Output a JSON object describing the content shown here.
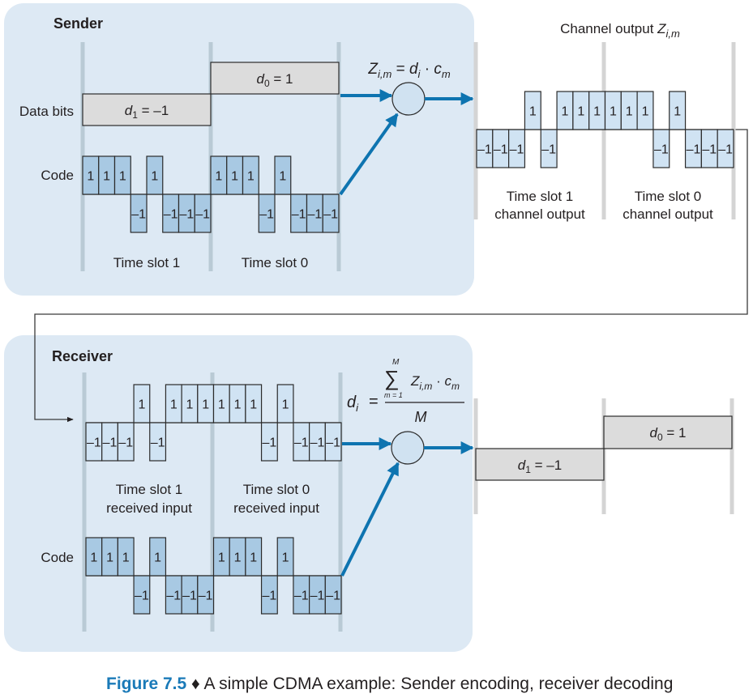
{
  "colors": {
    "panel_bg": "#dde9f4",
    "panel_bar": "#b9cad5",
    "outside_bar": "#d4d4d4",
    "code_cell": "#a8c9e3",
    "signal_cell": "#d0e3f3",
    "data_box": "#dcdcdc",
    "arrow": "#0e74b0",
    "caption_accent": "#1a7ab8",
    "outline": "#2b2b2b",
    "combiner_fill": "#d0e2f1"
  },
  "chip_labels": {
    "1": "1",
    "-1": "–1"
  },
  "sender": {
    "title": "Sender",
    "data_bits_label": "Data bits",
    "code_label": "Code",
    "data_bits": [
      {
        "var": "d",
        "sub": "1",
        "eq": " = ",
        "value": -1,
        "value_label": "–1"
      },
      {
        "var": "d",
        "sub": "0",
        "eq": " = ",
        "value": 1,
        "value_label": "1"
      }
    ],
    "code": [
      [
        1,
        1,
        1,
        -1,
        1,
        -1,
        -1,
        -1
      ],
      [
        1,
        1,
        1,
        -1,
        1,
        -1,
        -1,
        -1
      ]
    ],
    "slot_labels": [
      "Time slot 1",
      "Time slot 0"
    ],
    "formula": {
      "lhs": "Z",
      "lhs_sub": "i,m",
      "eq": " = ",
      "d": "d",
      "d_sub": "i",
      "dot": " · ",
      "c": "c",
      "c_sub": "m"
    }
  },
  "channel": {
    "title": "Channel output ",
    "title_var": "Z",
    "title_sub": "i,m",
    "output": [
      [
        -1,
        -1,
        -1,
        1,
        -1,
        1,
        1,
        1
      ],
      [
        1,
        1,
        1,
        -1,
        1,
        -1,
        -1,
        -1
      ]
    ],
    "slot_labels": [
      [
        "Time slot 1",
        "channel output"
      ],
      [
        "Time slot 0",
        "channel output"
      ]
    ]
  },
  "receiver": {
    "title": "Receiver",
    "code_label": "Code",
    "input": [
      [
        -1,
        -1,
        -1,
        1,
        -1,
        1,
        1,
        1
      ],
      [
        1,
        1,
        1,
        -1,
        1,
        -1,
        -1,
        -1
      ]
    ],
    "code": [
      [
        1,
        1,
        1,
        -1,
        1,
        -1,
        -1,
        -1
      ],
      [
        1,
        1,
        1,
        -1,
        1,
        -1,
        -1,
        -1
      ]
    ],
    "slot_labels": [
      [
        "Time slot 1",
        "received input"
      ],
      [
        "Time slot 0",
        "received input"
      ]
    ],
    "formula": {
      "lhs": "d",
      "lhs_sub": "i",
      "eq": "=",
      "sum": "∑",
      "sum_upper": "M",
      "sum_lower": "m = 1",
      "term": "Z",
      "term_sub": "i,m",
      "dot": " · ",
      "c": "c",
      "c_sub": "m",
      "denominator": "M"
    }
  },
  "decoded": {
    "data_bits": [
      {
        "var": "d",
        "sub": "1",
        "eq": " = ",
        "value": -1,
        "value_label": "–1"
      },
      {
        "var": "d",
        "sub": "0",
        "eq": " = ",
        "value": 1,
        "value_label": "1"
      }
    ]
  },
  "caption": {
    "figure": "Figure 7.5",
    "separator": " ♦ ",
    "text": "A simple CDMA example: Sender encoding, receiver decoding"
  }
}
